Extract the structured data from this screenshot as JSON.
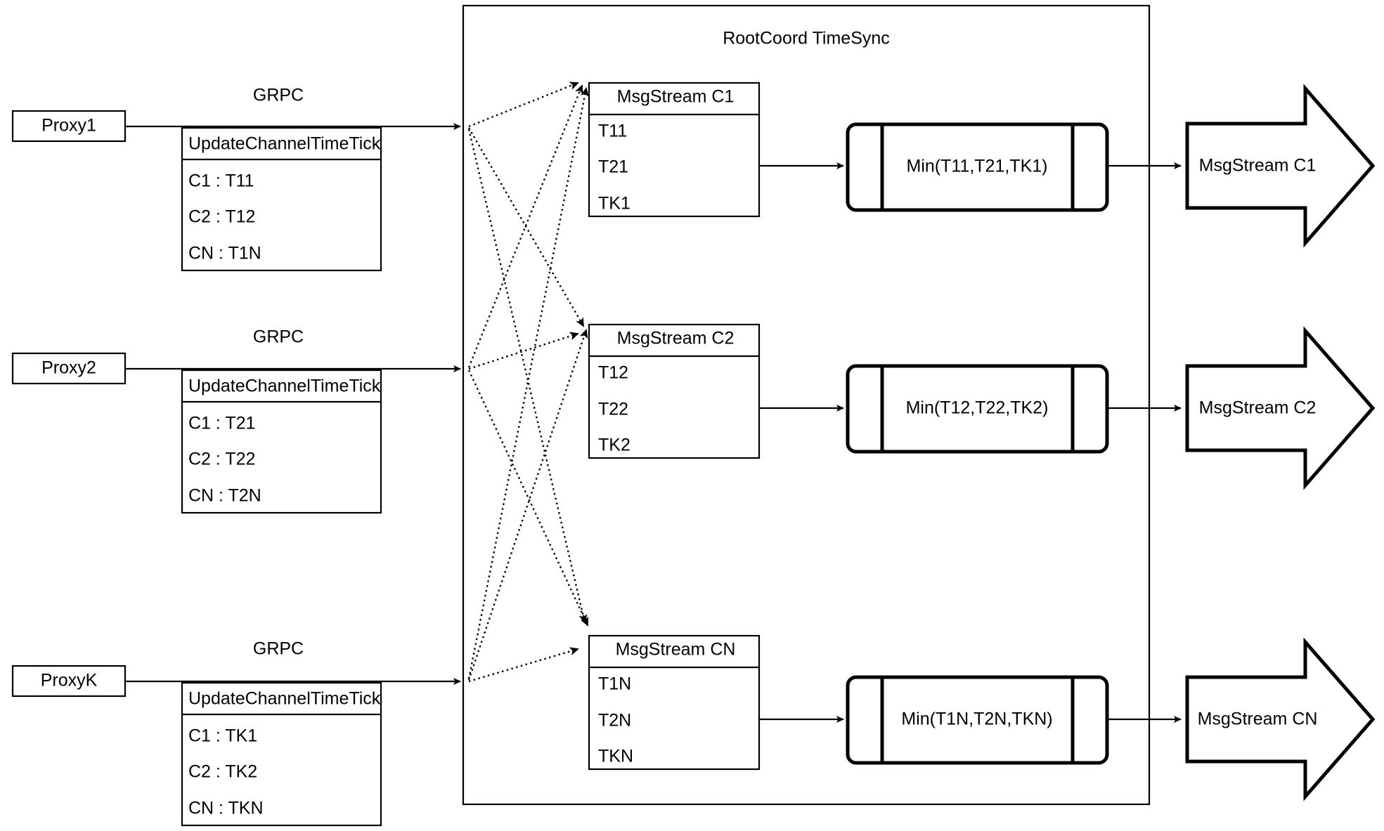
{
  "diagram": {
    "title": "RootCoord TimeSync",
    "container_label": "RootCoord TimeSync",
    "proxies": [
      {
        "name": "Proxy1",
        "link_label": "GRPC",
        "request": {
          "header": "UpdateChannelTimeTick",
          "rows": [
            "C1 :  T11",
            "C2 :  T12",
            "CN : T1N"
          ]
        }
      },
      {
        "name": "Proxy2",
        "link_label": "GRPC",
        "request": {
          "header": "UpdateChannelTimeTick",
          "rows": [
            "C1 :  T21",
            "C2 :  T22",
            "CN : T2N"
          ]
        }
      },
      {
        "name": "ProxyK",
        "link_label": "GRPC",
        "request": {
          "header": "UpdateChannelTimeTick",
          "rows": [
            "C1 :  TK1",
            "C2 :  TK2",
            "CN : TKN"
          ]
        }
      }
    ],
    "channels": [
      {
        "stream": {
          "header": "MsgStream C1",
          "rows": [
            "T11",
            "T21",
            "TK1"
          ]
        },
        "process": "Min(T11,T21,TK1)",
        "output": "MsgStream C1"
      },
      {
        "stream": {
          "header": "MsgStream C2",
          "rows": [
            "T12",
            "T22",
            "TK2"
          ]
        },
        "process": "Min(T12,T22,TK2)",
        "output": "MsgStream C2"
      },
      {
        "stream": {
          "header": "MsgStream CN",
          "rows": [
            "T1N",
            "T2N",
            "TKN"
          ]
        },
        "process": "Min(T1N,T2N,TKN)",
        "output": "MsgStream CN"
      }
    ],
    "colors": {
      "stroke": "#000000",
      "background": "#ffffff",
      "text": "#000000"
    }
  }
}
